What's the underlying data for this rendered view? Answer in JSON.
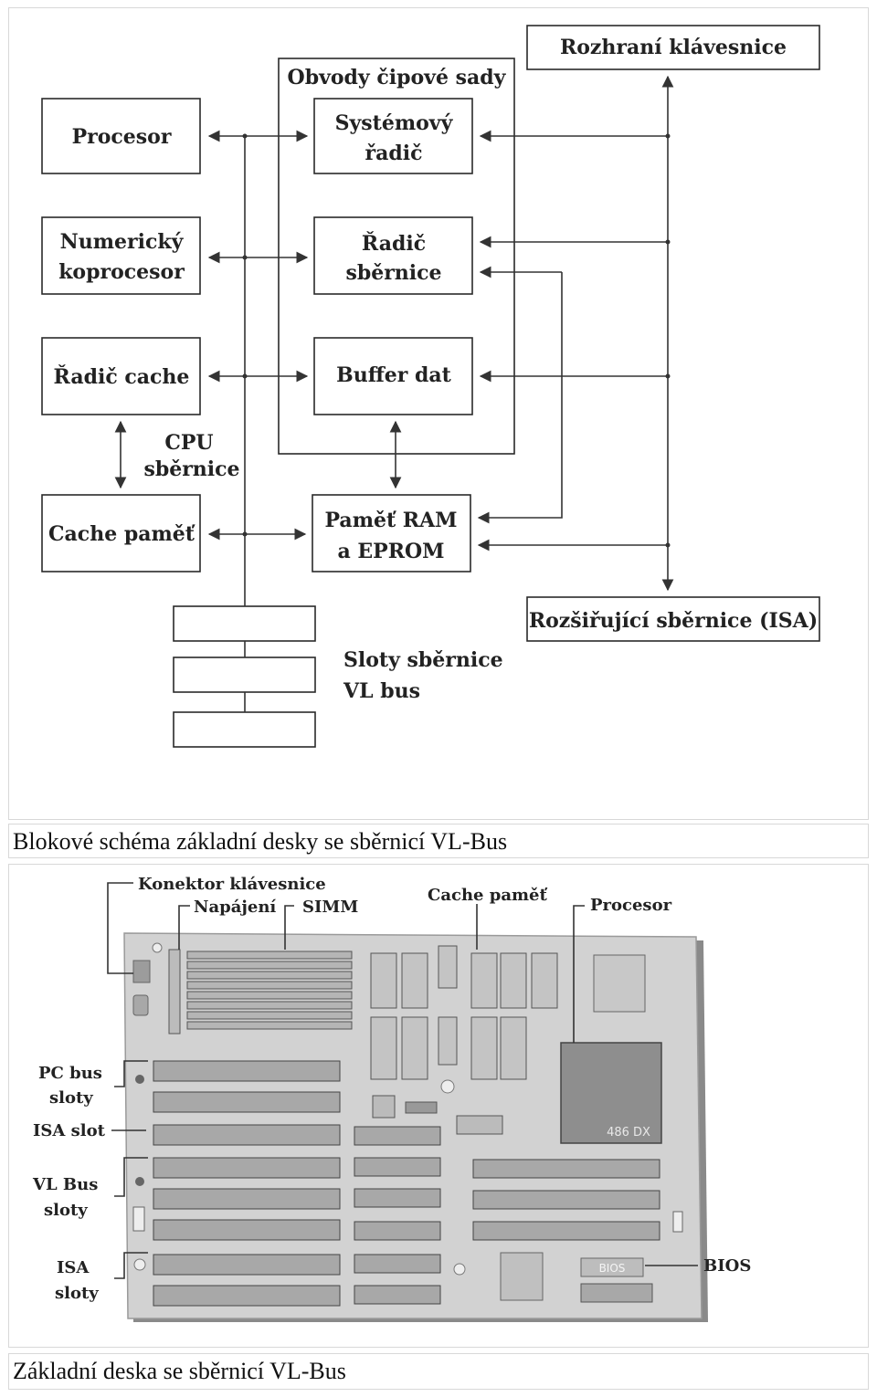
{
  "diagram": {
    "chipset_group_title": "Obvody čipové sady",
    "blocks": {
      "procesor": "Procesor",
      "koprocesor": [
        "Numerický",
        "koprocesor"
      ],
      "radic_cache": "Řadič cache",
      "cache_pamet": "Cache paměť",
      "systemovy_radic": [
        "Systémový",
        "řadič"
      ],
      "radic_sbernice": [
        "Řadič",
        "sběrnice"
      ],
      "buffer_dat": "Buffer dat",
      "ram_eprom": [
        "Paměť RAM",
        "a EPROM"
      ],
      "rozhrani_klavesnice": "Rozhraní klávesnice",
      "rozsirujici_sbernice": "Rozšiřující sběrnice (ISA)"
    },
    "cpu_bus_label": [
      "CPU",
      "sběrnice"
    ],
    "vl_slots_label": [
      "Sloty sběrnice",
      "VL bus"
    ]
  },
  "caption_top": "Blokové schéma základní desky se sběrnicí VL-Bus",
  "board": {
    "labels": {
      "konektor_klavesnice": "Konektor klávesnice",
      "napajeni": "Napájení",
      "simm": "SIMM",
      "cache_pamet": "Cache paměť",
      "procesor": "Procesor",
      "pc_bus_sloty": [
        "PC bus",
        "sloty"
      ],
      "isa_slot": "ISA slot",
      "vl_bus_sloty": [
        "VL Bus",
        "sloty"
      ],
      "isa_sloty": [
        "ISA",
        "sloty"
      ],
      "bios": "BIOS"
    },
    "chip_marks": {
      "cpu": "486 DX",
      "bios": "BIOS"
    }
  },
  "caption_bottom": "Základní deska se sběrnicí VL-Bus",
  "colors": {
    "board": "#d2d2d2",
    "board_edge": "#9a9a9a",
    "line": "#333333"
  }
}
